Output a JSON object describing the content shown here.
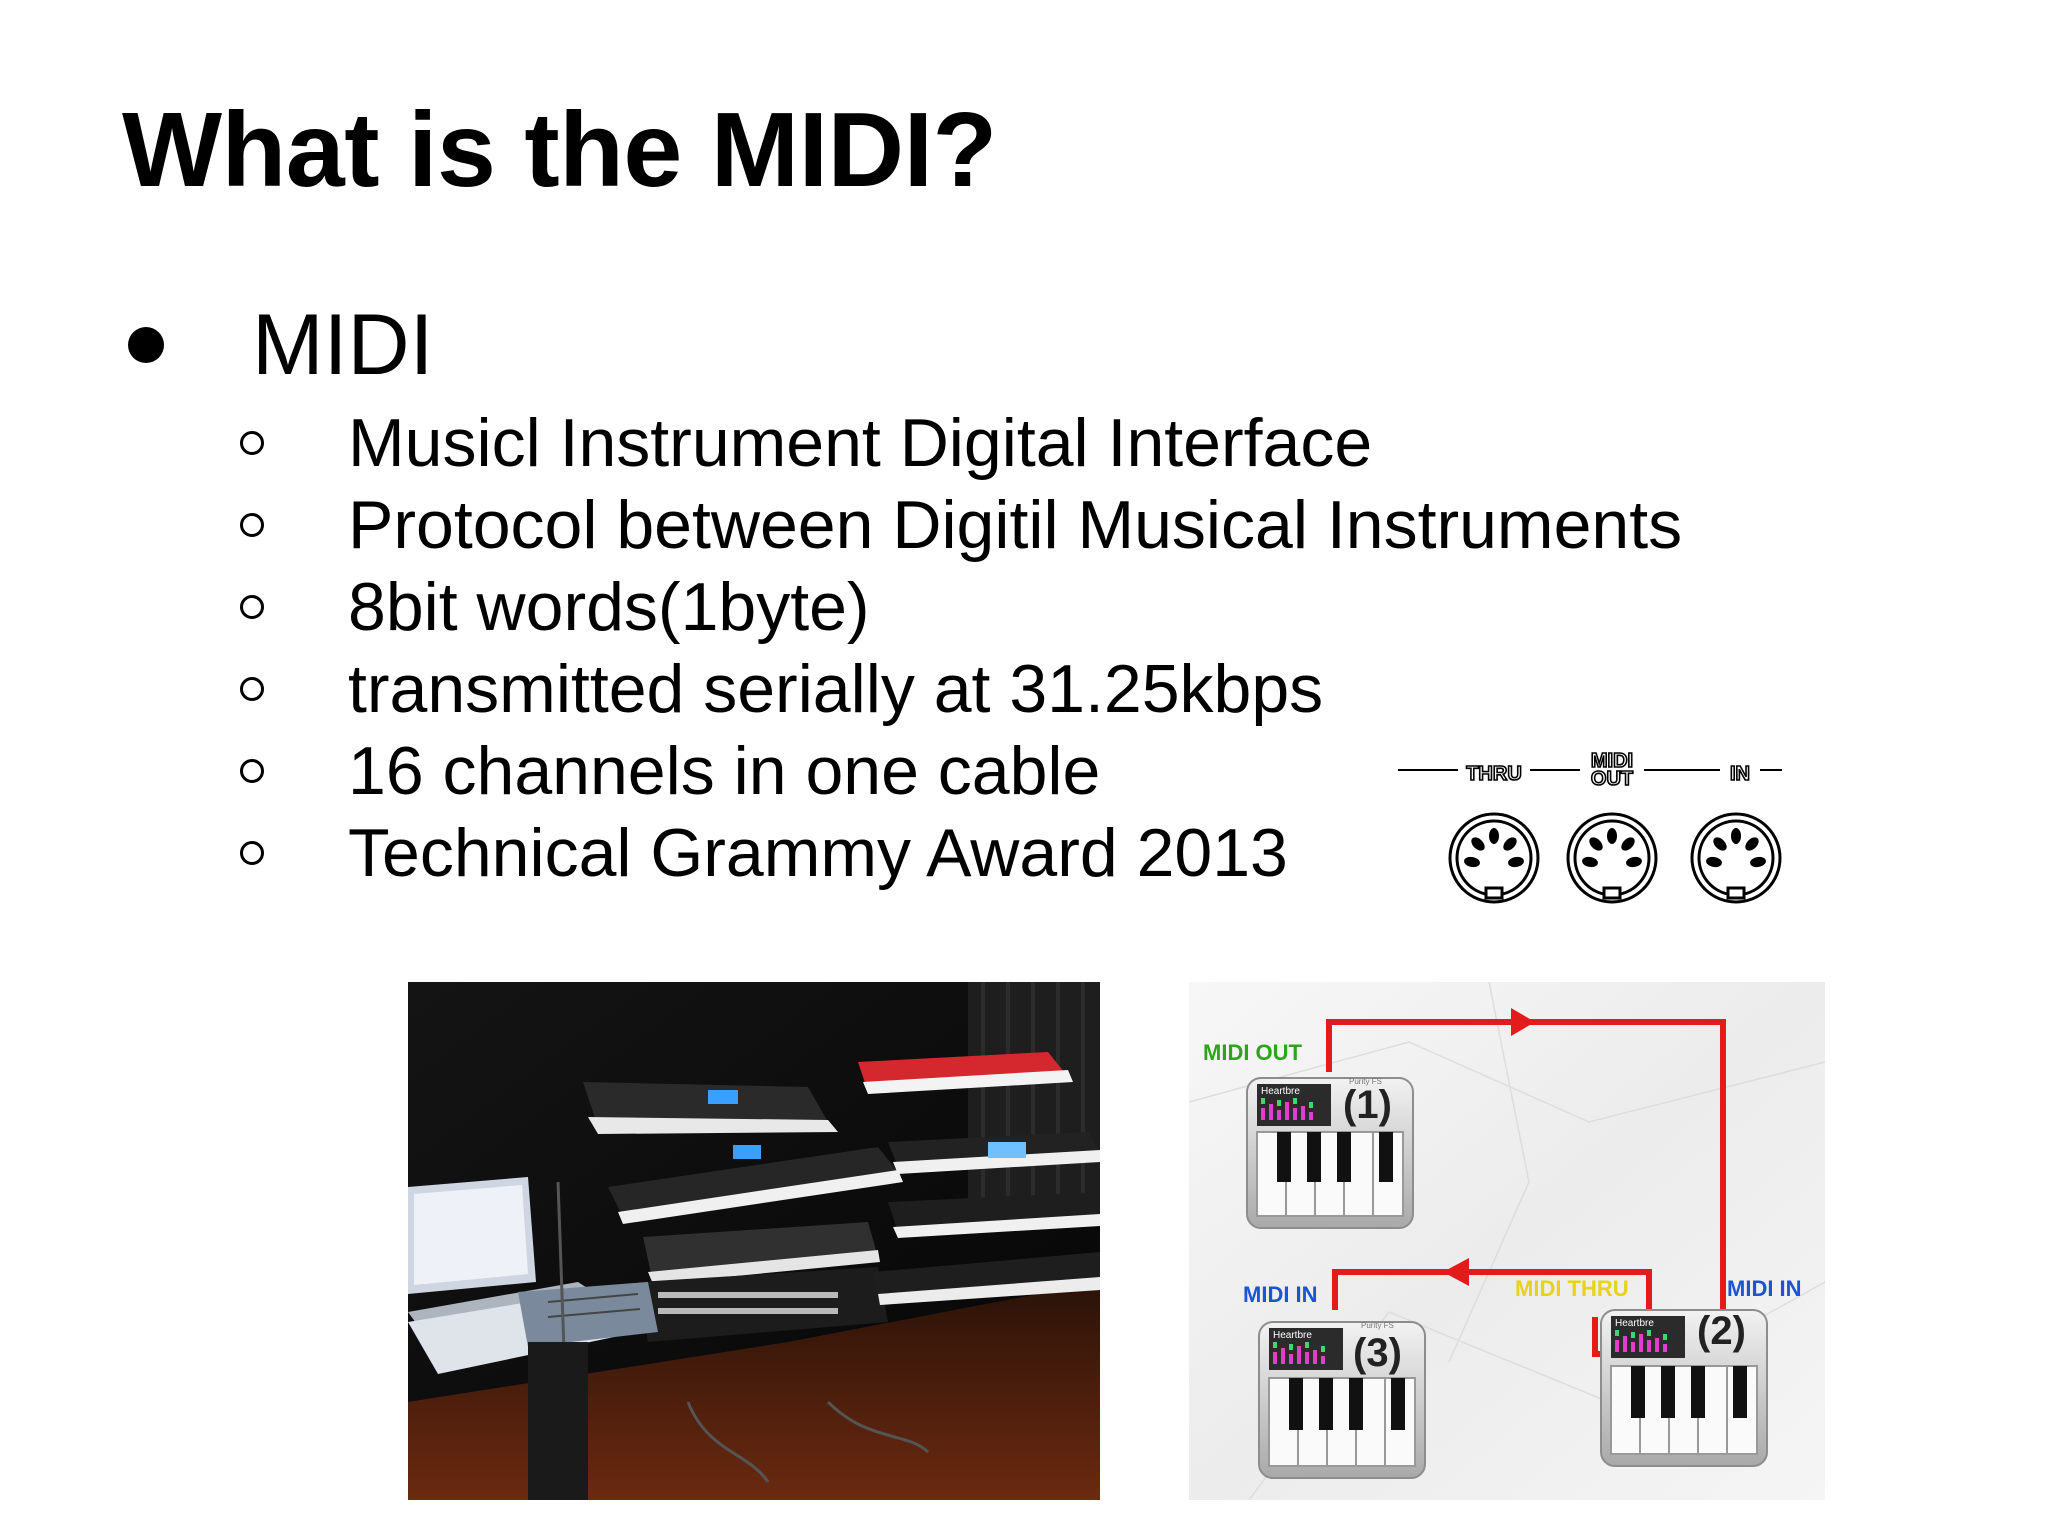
{
  "slide": {
    "title": "What is the MIDI?",
    "bullet": "MIDI",
    "sub_bullets": [
      "Musicl Instrument Digital Interface",
      "Protocol between Digitil Musical Instruments",
      "8bit words(1byte)",
      "transmitted serially at 31.25kbps",
      "16 channels in one cable",
      "Technical Grammy Award 2013"
    ]
  },
  "connectors": {
    "thru": "THRU",
    "out_top": "MIDI",
    "out_bottom": "OUT",
    "in": "IN"
  },
  "diagram": {
    "midi_out": "MIDI OUT",
    "midi_in_left": "MIDI IN",
    "midi_thru": "MIDI THRU",
    "midi_in_right": "MIDI IN",
    "device1": "(1)",
    "device2": "(2)",
    "device3": "(3)",
    "device_brand": "Heartbre",
    "device_subbrand": "Purity FS",
    "colors": {
      "arrow": "#e31b1b",
      "midi_out": "#2ea41c",
      "midi_in": "#1a55d6",
      "midi_thru": "#e8d21a"
    }
  },
  "photo": {
    "icon": "music-studio-photo"
  }
}
